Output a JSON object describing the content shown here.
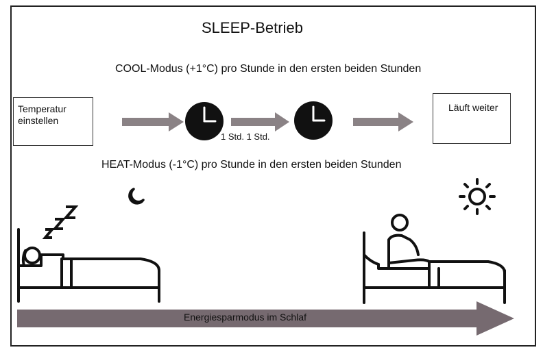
{
  "title": "SLEEP-Betrieb",
  "cool_line": "COOL-Modus (+1°C) pro Stunde in den ersten beiden Stunden",
  "heat_line": "HEAT-Modus (-1°C) pro Stunde in den ersten beiden Stunden",
  "start_box": "Temperatur einstellen",
  "end_box": "Läuft weiter",
  "interval_label": "1 Std. 1 Std.",
  "energy_bar": "Energiesparmodus im Schlaf",
  "sleep_symbol": "Z Z Z",
  "colors": {
    "arrow_gray": "#8a8285",
    "bar_purple": "#766a70",
    "ink": "#111111"
  },
  "icons": [
    "clock-icon",
    "moon-icon",
    "sun-icon",
    "sleeping-person-icon",
    "sitting-person-icon"
  ]
}
